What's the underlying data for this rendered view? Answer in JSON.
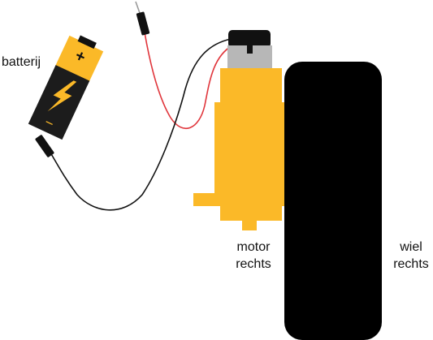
{
  "labels": {
    "battery": "batterij",
    "motor_line1": "motor",
    "motor_line2": "rechts",
    "wheel_line1": "wiel",
    "wheel_line2": "rechts"
  },
  "battery": {
    "plus_sign": "+",
    "minus_sign": "−"
  },
  "colors": {
    "background": "#ffffff",
    "battery_body": "#1c1c1c",
    "battery_cap": "#fbb928",
    "lightning": "#fbb928",
    "motor_body": "#fbb928",
    "motor_gearbox": "#b7b7b7",
    "motor_cap": "#111111",
    "wheel": "#000000",
    "wire_red": "#e0353b",
    "wire_black": "#111111",
    "wire_grey": "#9a9a9a"
  },
  "icons": {
    "battery": "battery-icon",
    "lightning": "lightning-bolt-icon",
    "motor": "dc-motor-icon",
    "wheel": "wheel-icon"
  }
}
